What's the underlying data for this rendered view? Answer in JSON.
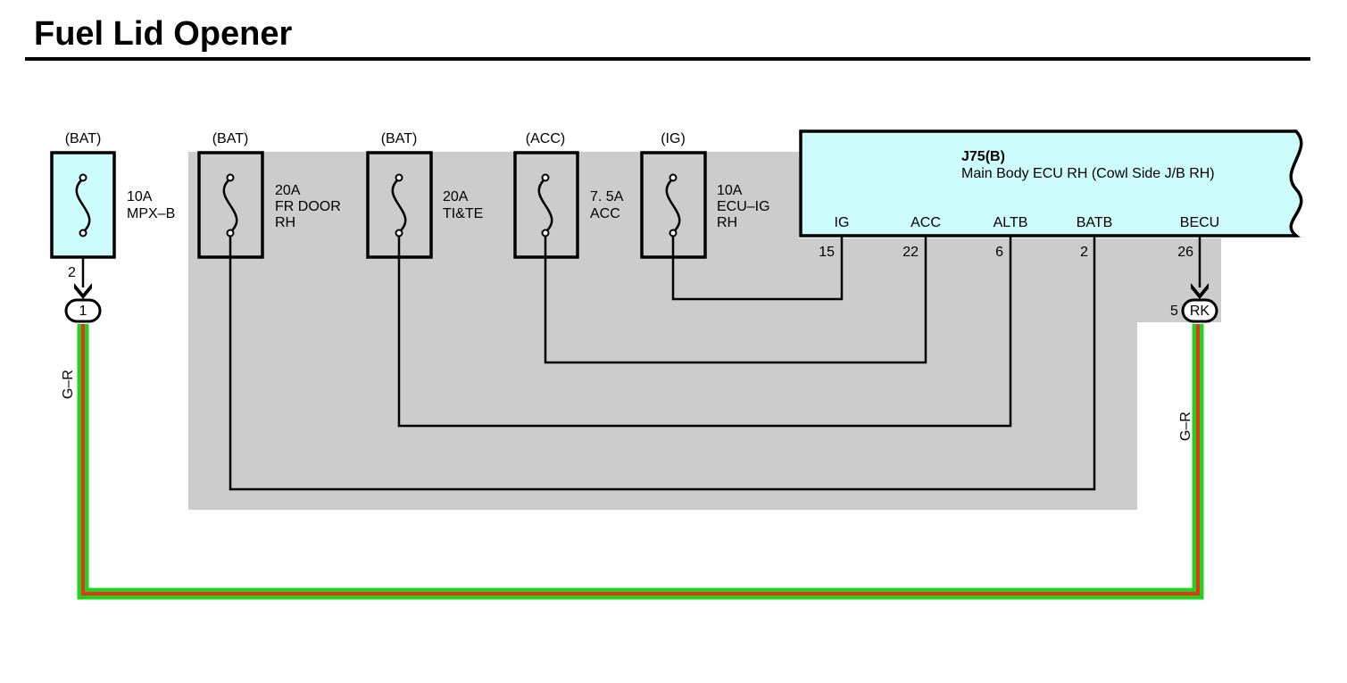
{
  "title": "Fuel Lid Opener",
  "fuses": [
    {
      "id": "mpx-b",
      "source": "(BAT)",
      "rating": "10A",
      "name_lines": [
        "MPX–B"
      ],
      "pin": "2"
    },
    {
      "id": "fr-door-rh",
      "source": "(BAT)",
      "rating": "20A",
      "name_lines": [
        "FR DOOR",
        "RH"
      ]
    },
    {
      "id": "tite",
      "source": "(BAT)",
      "rating": "20A",
      "name_lines": [
        "TI&TE"
      ]
    },
    {
      "id": "acc",
      "source": "(ACC)",
      "rating": "7. 5A",
      "name_lines": [
        "ACC"
      ]
    },
    {
      "id": "ecu-ig-rh",
      "source": "(IG)",
      "rating": "10A",
      "name_lines": [
        "ECU–IG",
        "RH"
      ]
    }
  ],
  "ecu": {
    "code": "J75(B)",
    "name": "Main Body ECU RH (Cowl Side J/B RH)",
    "pins": [
      {
        "label": "IG",
        "number": "15"
      },
      {
        "label": "ACC",
        "number": "22"
      },
      {
        "label": "ALTB",
        "number": "6"
      },
      {
        "label": "BATB",
        "number": "2"
      },
      {
        "label": "BECU",
        "number": "26"
      }
    ]
  },
  "connectors": {
    "left": {
      "label": "1"
    },
    "right": {
      "label": "RK",
      "pin": "5"
    }
  },
  "wires": {
    "left_color_code": "G–R",
    "right_color_code": "G–R",
    "base_color": "#1fd31f",
    "stripe_color": "#e8321e"
  },
  "colors": {
    "ecu_fill": "#cdfcfc",
    "shaded_area": "#cccccc"
  }
}
